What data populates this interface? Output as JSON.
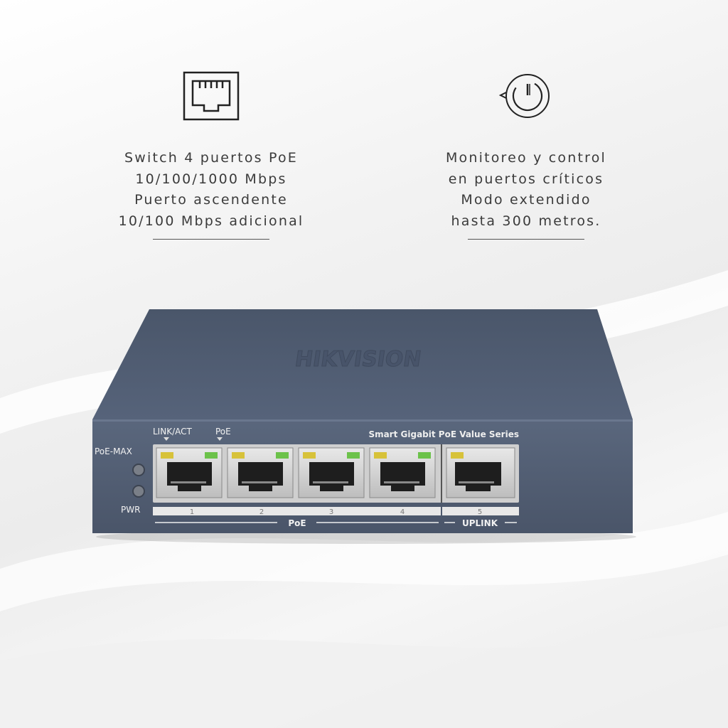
{
  "features": {
    "left": {
      "icon": "ethernet-port-icon",
      "lines": [
        "Switch 4 puertos PoE",
        "10/100/1000 Mbps",
        "Puerto ascendente",
        "10/100 Mbps adicional"
      ]
    },
    "right": {
      "icon": "power-cycle-icon",
      "lines": [
        "Monitoreo y control",
        "en puertos críticos",
        "Modo extendido",
        "hasta 300 metros."
      ]
    }
  },
  "device": {
    "brand": "HIKVISION",
    "series": "Smart Gigabit PoE Value Series",
    "label_link_act": "LINK/ACT",
    "label_poe": "PoE",
    "label_poe_max": "PoE-MAX",
    "label_pwr": "PWR",
    "port_numbers": [
      "1",
      "2",
      "3",
      "4",
      "5"
    ],
    "group_poe": "PoE",
    "group_uplink": "UPLINK"
  },
  "colors": {
    "body": "#4f5b6e",
    "front": "#56627a",
    "led_yellow": "#d7c23a",
    "led_green": "#6cc24a"
  }
}
